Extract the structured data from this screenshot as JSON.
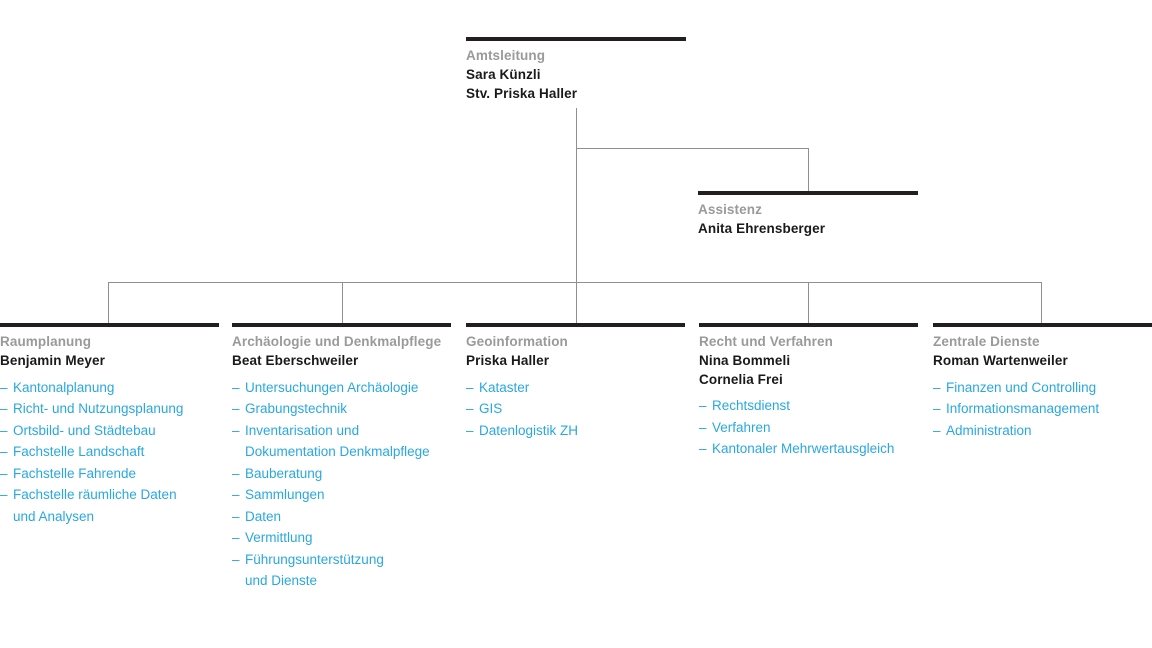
{
  "colors": {
    "rule": "#231f20",
    "unit_label": "#9a9a9a",
    "person": "#1a1a1a",
    "task_link": "#29a8e0",
    "connector": "#8f8f8f",
    "background": "#ffffff"
  },
  "top": {
    "unit": "Amtsleitung",
    "people": [
      "Sara Künzli",
      "Stv. Priska Haller"
    ]
  },
  "assistance": {
    "unit": "Assistenz",
    "people": [
      "Anita Ehrensberger"
    ]
  },
  "columns": [
    {
      "unit": "Raumplanung",
      "people": [
        "Benjamin Meyer"
      ],
      "tasks": [
        [
          "Kantonalplanung"
        ],
        [
          "Richt- und Nutzungsplanung"
        ],
        [
          "Ortsbild- und Städtebau"
        ],
        [
          "Fachstelle Landschaft"
        ],
        [
          "Fachstelle Fahrende"
        ],
        [
          "Fachstelle räumliche Daten",
          "und Analysen"
        ]
      ]
    },
    {
      "unit": "Archäologie und Denkmalpflege",
      "people": [
        "Beat Eberschweiler"
      ],
      "tasks": [
        [
          "Untersuchungen Archäologie"
        ],
        [
          "Grabungstechnik"
        ],
        [
          "Inventarisation und",
          "Dokumentation Denkmalpflege"
        ],
        [
          "Bauberatung"
        ],
        [
          "Sammlungen"
        ],
        [
          "Daten"
        ],
        [
          "Vermittlung"
        ],
        [
          "Führungsunterstützung",
          "und Dienste"
        ]
      ]
    },
    {
      "unit": "Geoinformation",
      "people": [
        "Priska Haller"
      ],
      "tasks": [
        [
          "Kataster"
        ],
        [
          "GIS"
        ],
        [
          "Datenlogistik ZH"
        ]
      ]
    },
    {
      "unit": "Recht und Verfahren",
      "people": [
        "Nina Bommeli",
        "Cornelia Frei"
      ],
      "tasks": [
        [
          "Rechtsdienst"
        ],
        [
          "Verfahren"
        ],
        [
          "Kantonaler Mehrwertausgleich"
        ]
      ]
    },
    {
      "unit": "Zentrale Dienste",
      "people": [
        "Roman Wartenweiler"
      ],
      "tasks": [
        [
          "Finanzen und Controlling"
        ],
        [
          "Informationsmanagement"
        ],
        [
          "Administration"
        ]
      ]
    }
  ],
  "bullet_dash": "–"
}
